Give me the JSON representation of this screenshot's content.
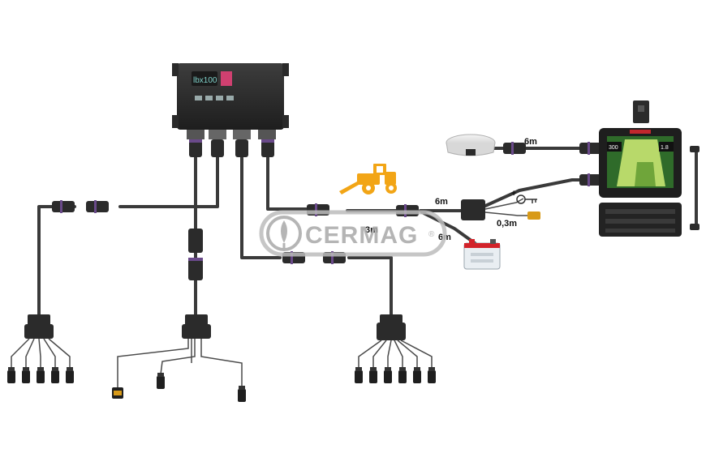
{
  "labels": {
    "gps_cable_length": "6m",
    "monitor_cable_length": "6m",
    "ecu_cable_length": "3m",
    "battery_cable_length": "6m",
    "key_cable_length": "0,3m"
  },
  "watermark": {
    "text": "CERMAG",
    "registered": "®"
  },
  "ecu": {
    "model": "lbx100"
  },
  "monitor": {
    "readout_left": "300",
    "readout_right": "1.8"
  },
  "colors": {
    "cable": "#3a3a3a",
    "connector": "#2b2b2b",
    "connector_ring": "#6a4a8a",
    "tractor": "#f2a516",
    "watermark": "#a9a9a9",
    "battery_red": "#d2232a",
    "battery_body": "#e9eef2"
  },
  "icons": [
    "tractor-icon",
    "battery-icon",
    "key-icon",
    "gps-antenna-icon",
    "monitor-icon",
    "ecu-box-icon"
  ]
}
